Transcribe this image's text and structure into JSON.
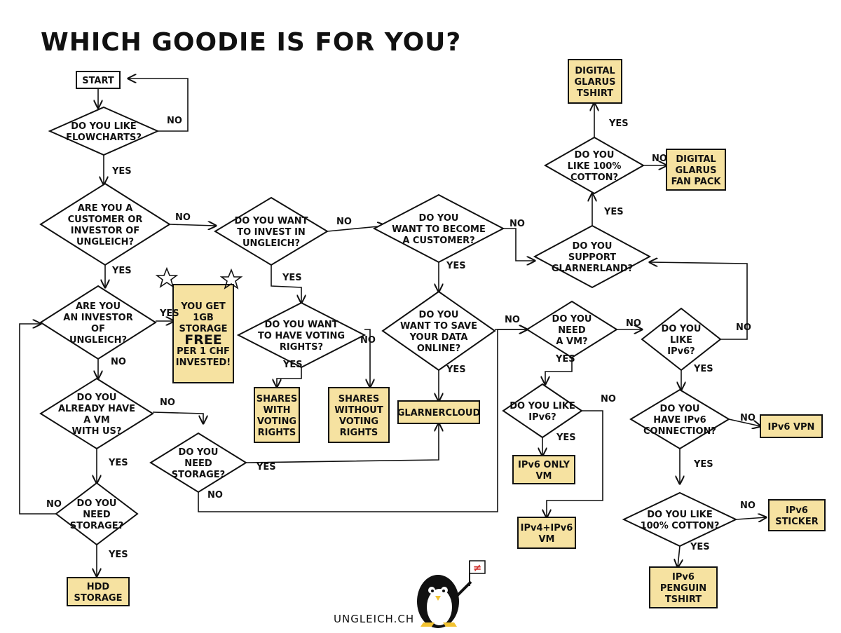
{
  "title": "WHICH GOODIE IS FOR YOU?",
  "footer": "UNGLEICH.CH",
  "colors": {
    "goodie_fill": "#f6e2a1",
    "line": "#111111",
    "flag_mark": "#d0312d"
  },
  "icons": [
    "penguin-icon",
    "flag-icon",
    "star-icon"
  ],
  "flag_glyph": "≠",
  "nodes": [
    {
      "id": "start",
      "shape": "rect",
      "lines": [
        "START"
      ]
    },
    {
      "id": "like-flowcharts",
      "shape": "diamond",
      "lines": [
        "DO YOU LIKE",
        "FLOWCHARTS?"
      ]
    },
    {
      "id": "customer-or-investor",
      "shape": "diamond",
      "lines": [
        "ARE YOU A",
        "CUSTOMER OR",
        "INVESTOR OF",
        "UNGLEICH?"
      ]
    },
    {
      "id": "investor",
      "shape": "diamond",
      "lines": [
        "ARE YOU",
        "AN INVESTOR",
        "OF",
        "UNGLEICH?"
      ]
    },
    {
      "id": "have-vm",
      "shape": "diamond",
      "lines": [
        "DO YOU",
        "ALREADY HAVE",
        "A VM",
        "WITH US?"
      ]
    },
    {
      "id": "need-storage-1",
      "shape": "diamond",
      "lines": [
        "DO YOU",
        "NEED",
        "STORAGE?"
      ]
    },
    {
      "id": "hdd-storage",
      "shape": "goodie",
      "lines": [
        "HDD",
        "STORAGE"
      ]
    },
    {
      "id": "free-storage",
      "shape": "goodie",
      "lines": [
        "YOU GET",
        "1GB",
        "STORAGE",
        "FREE",
        "PER 1 CHF",
        "INVESTED!"
      ]
    },
    {
      "id": "want-invest",
      "shape": "diamond",
      "lines": [
        "DO YOU WANT",
        "TO INVEST IN",
        "UNGLEICH?"
      ]
    },
    {
      "id": "voting-rights",
      "shape": "diamond",
      "lines": [
        "DO YOU WANT",
        "TO HAVE VOTING",
        "RIGHTS?"
      ]
    },
    {
      "id": "shares-with",
      "shape": "goodie",
      "lines": [
        "SHARES",
        "WITH",
        "VOTING",
        "RIGHTS"
      ]
    },
    {
      "id": "shares-without",
      "shape": "goodie",
      "lines": [
        "SHARES",
        "WITHOUT",
        "VOTING",
        "RIGHTS"
      ]
    },
    {
      "id": "need-storage-2",
      "shape": "diamond",
      "lines": [
        "DO YOU",
        "NEED",
        "STORAGE?"
      ]
    },
    {
      "id": "become-customer",
      "shape": "diamond",
      "lines": [
        "DO YOU",
        "WANT TO BECOME",
        "A CUSTOMER?"
      ]
    },
    {
      "id": "save-data",
      "shape": "diamond",
      "lines": [
        "DO YOU",
        "WANT TO SAVE",
        "YOUR DATA",
        "ONLINE?"
      ]
    },
    {
      "id": "glarnercloud",
      "shape": "goodie",
      "lines": [
        "GLARNERCLOUD"
      ]
    },
    {
      "id": "need-vm",
      "shape": "diamond",
      "lines": [
        "DO YOU",
        "NEED",
        "A VM?"
      ]
    },
    {
      "id": "like-ipv6-vm",
      "shape": "diamond",
      "lines": [
        "DO YOU LIKE",
        "IPv6?"
      ]
    },
    {
      "id": "ipv6-only-vm",
      "shape": "goodie",
      "lines": [
        "IPv6 ONLY",
        "VM"
      ]
    },
    {
      "id": "ipv4-ipv6-vm",
      "shape": "goodie",
      "lines": [
        "IPv4+IPv6",
        "VM"
      ]
    },
    {
      "id": "support-glarnerland",
      "shape": "diamond",
      "lines": [
        "DO YOU",
        "SUPPORT",
        "GLARNERLAND?"
      ]
    },
    {
      "id": "like-cotton-top",
      "shape": "diamond",
      "lines": [
        "DO YOU",
        "LIKE 100%",
        "COTTON?"
      ]
    },
    {
      "id": "glarus-tshirt",
      "shape": "goodie",
      "lines": [
        "DIGITAL",
        "GLARUS",
        "TSHIRT"
      ]
    },
    {
      "id": "glarus-fan-pack",
      "shape": "goodie",
      "lines": [
        "DIGITAL",
        "GLARUS",
        "FAN PACK"
      ]
    },
    {
      "id": "like-ipv6",
      "shape": "diamond",
      "lines": [
        "DO YOU",
        "LIKE",
        "IPv6?"
      ]
    },
    {
      "id": "have-ipv6",
      "shape": "diamond",
      "lines": [
        "DO YOU",
        "HAVE IPv6",
        "CONNECTION?"
      ]
    },
    {
      "id": "ipv6-vpn",
      "shape": "goodie",
      "lines": [
        "IPv6 VPN"
      ]
    },
    {
      "id": "like-cotton-bottom",
      "shape": "diamond",
      "lines": [
        "DO YOU LIKE",
        "100% COTTON?"
      ]
    },
    {
      "id": "ipv6-sticker",
      "shape": "goodie",
      "lines": [
        "IPv6",
        "STICKER"
      ]
    },
    {
      "id": "penguin-tshirt",
      "shape": "goodie",
      "lines": [
        "IPv6",
        "PENGUIN",
        "TSHIRT"
      ]
    }
  ],
  "edges": [
    {
      "from": "start",
      "to": "like-flowcharts",
      "label": ""
    },
    {
      "from": "like-flowcharts",
      "to": "start",
      "label": "NO"
    },
    {
      "from": "like-flowcharts",
      "to": "customer-or-investor",
      "label": "YES"
    },
    {
      "from": "customer-or-investor",
      "to": "want-invest",
      "label": "NO"
    },
    {
      "from": "customer-or-investor",
      "to": "investor",
      "label": "YES"
    },
    {
      "from": "investor",
      "to": "free-storage",
      "label": "YES"
    },
    {
      "from": "investor",
      "to": "have-vm",
      "label": "NO"
    },
    {
      "from": "have-vm",
      "to": "need-storage-2",
      "label": "NO"
    },
    {
      "from": "have-vm",
      "to": "need-storage-1",
      "label": "YES"
    },
    {
      "from": "need-storage-1",
      "to": "investor",
      "label": "NO"
    },
    {
      "from": "need-storage-1",
      "to": "hdd-storage",
      "label": "YES"
    },
    {
      "from": "want-invest",
      "to": "become-customer",
      "label": "NO"
    },
    {
      "from": "want-invest",
      "to": "voting-rights",
      "label": "YES"
    },
    {
      "from": "voting-rights",
      "to": "shares-with",
      "label": "YES"
    },
    {
      "from": "voting-rights",
      "to": "shares-without",
      "label": "NO"
    },
    {
      "from": "need-storage-2",
      "to": "glarnercloud",
      "label": "YES"
    },
    {
      "from": "need-storage-2",
      "to": "need-vm",
      "label": "NO"
    },
    {
      "from": "become-customer",
      "to": "support-glarnerland",
      "label": "NO"
    },
    {
      "from": "become-customer",
      "to": "save-data",
      "label": "YES"
    },
    {
      "from": "save-data",
      "to": "glarnercloud",
      "label": "YES"
    },
    {
      "from": "save-data",
      "to": "need-vm",
      "label": "NO"
    },
    {
      "from": "need-vm",
      "to": "like-ipv6",
      "label": "NO"
    },
    {
      "from": "need-vm",
      "to": "like-ipv6-vm",
      "label": "YES"
    },
    {
      "from": "like-ipv6-vm",
      "to": "ipv6-only-vm",
      "label": "YES"
    },
    {
      "from": "like-ipv6-vm",
      "to": "ipv4-ipv6-vm",
      "label": "NO"
    },
    {
      "from": "support-glarnerland",
      "to": "like-cotton-top",
      "label": "YES"
    },
    {
      "from": "like-cotton-top",
      "to": "glarus-tshirt",
      "label": "YES"
    },
    {
      "from": "like-cotton-top",
      "to": "glarus-fan-pack",
      "label": "NO"
    },
    {
      "from": "like-ipv6",
      "to": "support-glarnerland",
      "label": "NO"
    },
    {
      "from": "like-ipv6",
      "to": "have-ipv6",
      "label": "YES"
    },
    {
      "from": "have-ipv6",
      "to": "ipv6-vpn",
      "label": "NO"
    },
    {
      "from": "have-ipv6",
      "to": "like-cotton-bottom",
      "label": "YES"
    },
    {
      "from": "like-cotton-bottom",
      "to": "ipv6-sticker",
      "label": "NO"
    },
    {
      "from": "like-cotton-bottom",
      "to": "penguin-tshirt",
      "label": "YES"
    }
  ]
}
